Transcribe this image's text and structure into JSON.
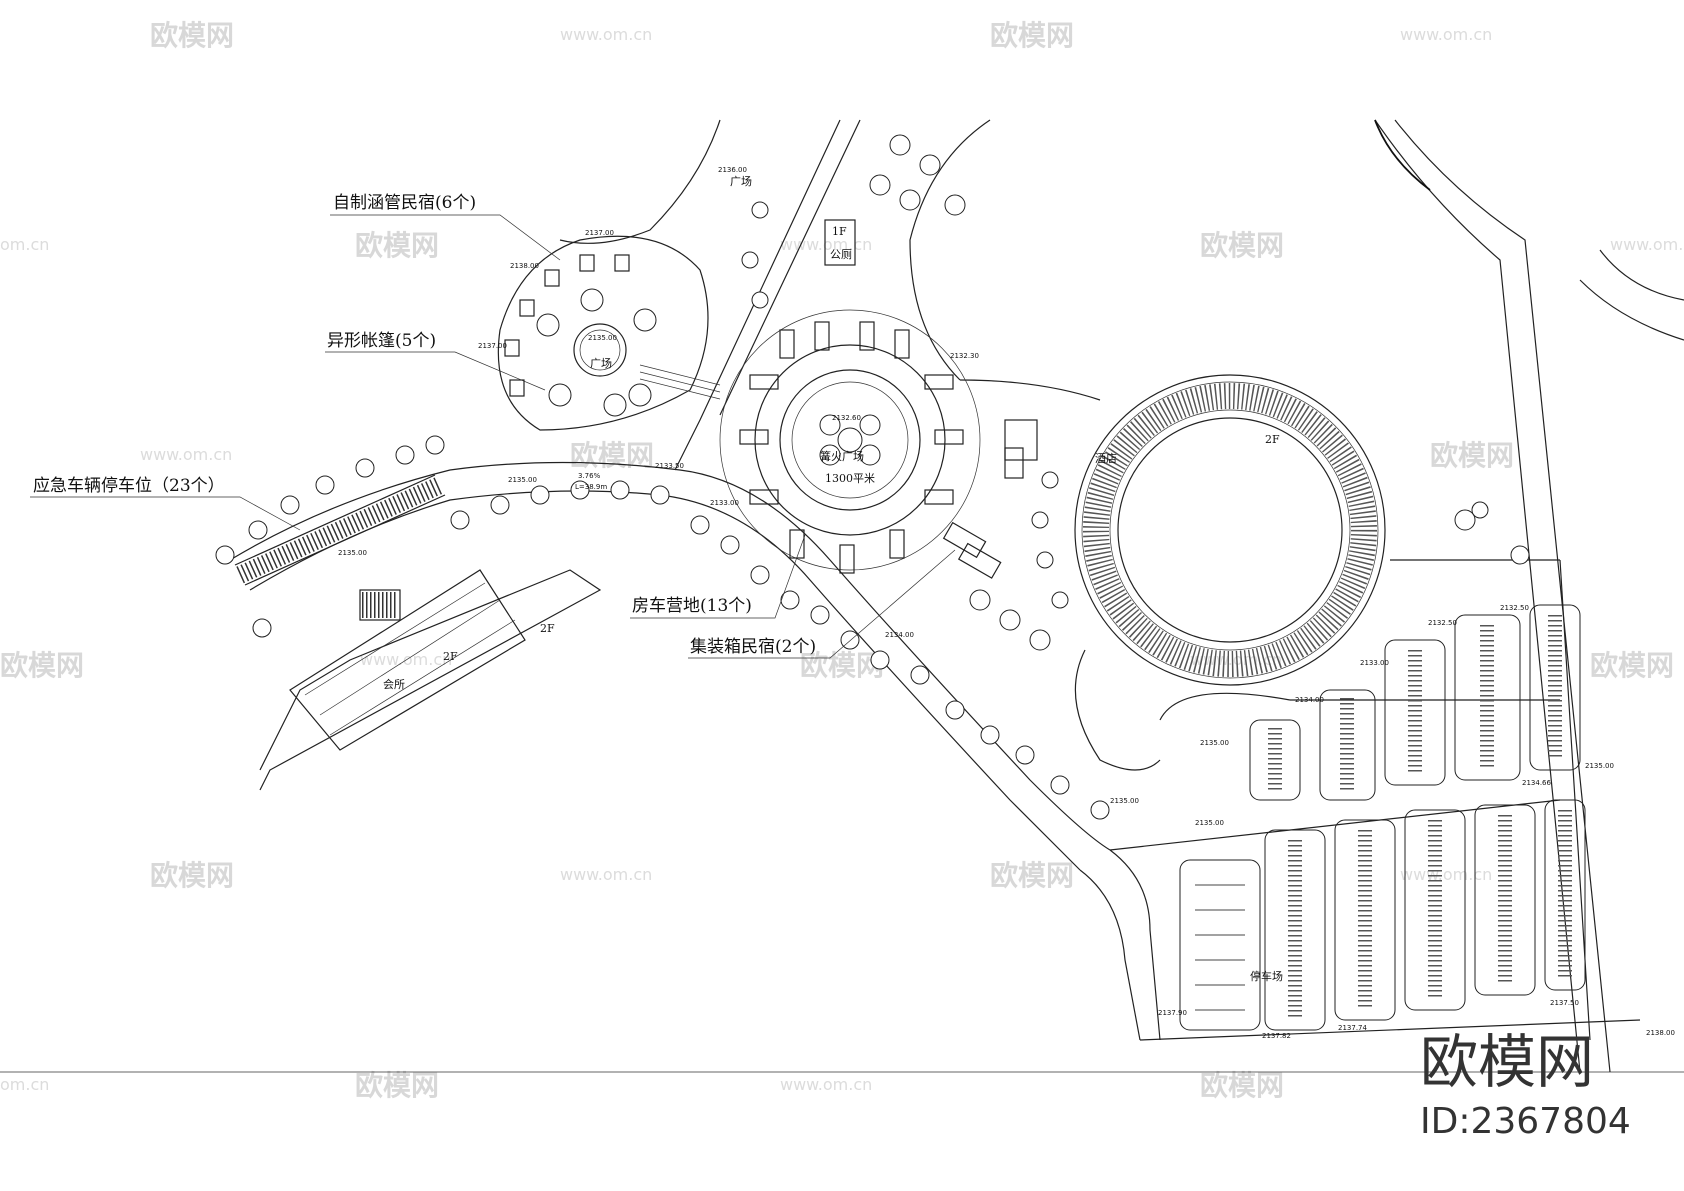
{
  "labels": {
    "pipe_homestay": "自制涵管民宿(6个)",
    "tent": "异形帐篷(5个)",
    "emergency_parking": "应急车辆停车位（23个）",
    "rv_camp": "房车营地(13个)",
    "container_homestay": "集装箱民宿(2个)"
  },
  "places": {
    "plaza_small": "广场",
    "plaza_top": "广场",
    "toilet_floor": "1F",
    "toilet": "公厕",
    "bonfire_plaza": "篝火广场",
    "bonfire_area": "1300平米",
    "hotel": "酒店",
    "hotel_floor": "2F",
    "clubhouse": "会所",
    "clubhouse_floor": "2F",
    "clubhouse_floor_b": "2F",
    "parking_lot": "停车场"
  },
  "elevations": {
    "e1": "2137.00",
    "e2": "2138.00",
    "e3": "2135.00",
    "e4": "2137.00",
    "e5": "2136.00",
    "e6": "2135.00",
    "e7": "2133.50",
    "e8": "2133.00",
    "e9": "2132.60",
    "e10": "2132.30",
    "e11": "2135.00",
    "e12": "2134.00",
    "e13": "2133.00",
    "e14": "2134.00",
    "e15": "2132.50",
    "e16": "2132.50",
    "e17": "2135.00",
    "e18": "2135.00",
    "e19": "2134.66",
    "e20": "2135.00",
    "e21": "2135.00",
    "e22": "2137.90",
    "e23": "2137.82",
    "e24": "2137.74",
    "e25": "2137.50",
    "e26": "2138.00"
  },
  "slope": {
    "grade": "3.76%",
    "length": "L=38.9m"
  },
  "watermarks": {
    "brand": "欧模网",
    "url": "www.om.cn",
    "url_short": "om.cn"
  },
  "brand_mark": {
    "name": "欧模网",
    "id": "ID:2367804"
  }
}
